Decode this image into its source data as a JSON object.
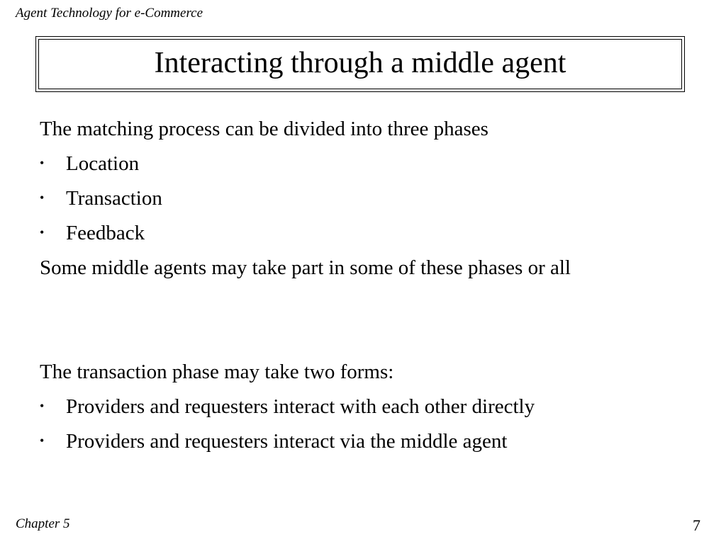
{
  "header": {
    "course_title": "Agent Technology for e-Commerce"
  },
  "slide": {
    "title": "Interacting through a middle agent",
    "section1": {
      "intro": "The matching process can be divided into three phases",
      "bullets": [
        "Location",
        "Transaction",
        "Feedback"
      ],
      "conclusion": "Some middle agents may take part in some of these phases or all"
    },
    "section2": {
      "intro": "The transaction phase may take two forms:",
      "bullets": [
        "Providers and requesters interact with each other directly",
        "Providers and requesters interact via the middle agent"
      ]
    },
    "bullet_symbol": "•"
  },
  "footer": {
    "chapter": "Chapter 5",
    "page_number": "7"
  }
}
